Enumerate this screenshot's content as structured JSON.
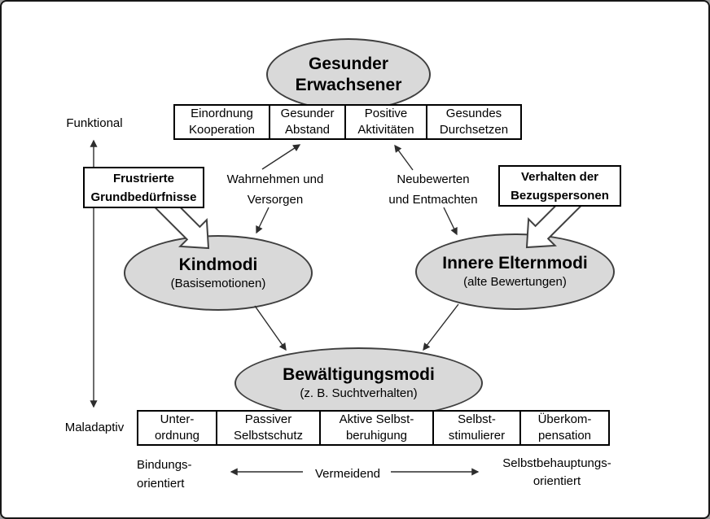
{
  "colors": {
    "background": "#ffffff",
    "frame": "#161616",
    "ellipse_fill": "#d9d9d9",
    "ellipse_stroke": "#3f3f3f",
    "box_stroke": "#000000",
    "arrow": "#2d2d2d",
    "block_arrow_fill": "#ffffff"
  },
  "ellipses": {
    "healthy_adult": {
      "line1": "Gesunder",
      "line2": "Erwachsener"
    },
    "child_modes": {
      "title": "Kindmodi",
      "subtitle": "(Basisemotionen)"
    },
    "inner_parent_modes": {
      "title": "Innere Elternmodi",
      "subtitle": "(alte Bewertungen)"
    },
    "coping_modes": {
      "title": "Bewältigungsmodi",
      "subtitle": "(z. B. Suchtverhalten)"
    }
  },
  "functional_boxes": [
    {
      "line1": "Einordnung",
      "line2": "Kooperation"
    },
    {
      "line1": "Gesunder",
      "line2": "Abstand"
    },
    {
      "line1": "Positive",
      "line2": "Aktivitäten"
    },
    {
      "line1": "Gesundes",
      "line2": "Durchsetzen"
    }
  ],
  "maladaptive_boxes": [
    {
      "line1": "Unter-",
      "line2": "ordnung"
    },
    {
      "line1": "Passiver",
      "line2": "Selbstschutz"
    },
    {
      "line1": "Aktive Selbst-",
      "line2": "beruhigung"
    },
    {
      "line1": "Selbst-",
      "line2": "stimulierer"
    },
    {
      "line1": "Überkom-",
      "line2": "pensation"
    }
  ],
  "input_boxes": {
    "left": {
      "line1": "Frustrierte",
      "line2": "Grundbedürfnisse"
    },
    "right": {
      "line1": "Verhalten der",
      "line2": "Bezugspersonen"
    }
  },
  "process_labels": {
    "left": {
      "line1": "Wahrnehmen und",
      "line2": "Versorgen"
    },
    "right": {
      "line1": "Neubewerten",
      "line2": "und Entmachten"
    }
  },
  "axis_labels": {
    "top": "Funktional",
    "bottom": "Maladaptiv"
  },
  "orientation_labels": {
    "left": {
      "line1": "Bindungs-",
      "line2": "orientiert"
    },
    "center": "Vermeidend",
    "right": {
      "line1": "Selbstbehauptungs-",
      "line2": "orientiert"
    }
  }
}
